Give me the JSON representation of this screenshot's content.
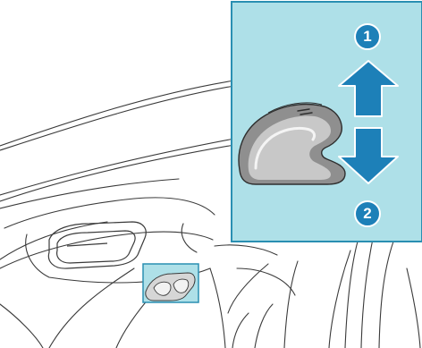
{
  "figure": {
    "callouts": [
      {
        "number": "1",
        "direction": "up"
      },
      {
        "number": "2",
        "direction": "down"
      }
    ],
    "colors": {
      "inset_background": "#aee0e8",
      "inset_border": "#2a8fb2",
      "arrow": "#1d80b8",
      "line_art": "#3a3a3a",
      "switch_highlight": "#aee0e8"
    }
  }
}
